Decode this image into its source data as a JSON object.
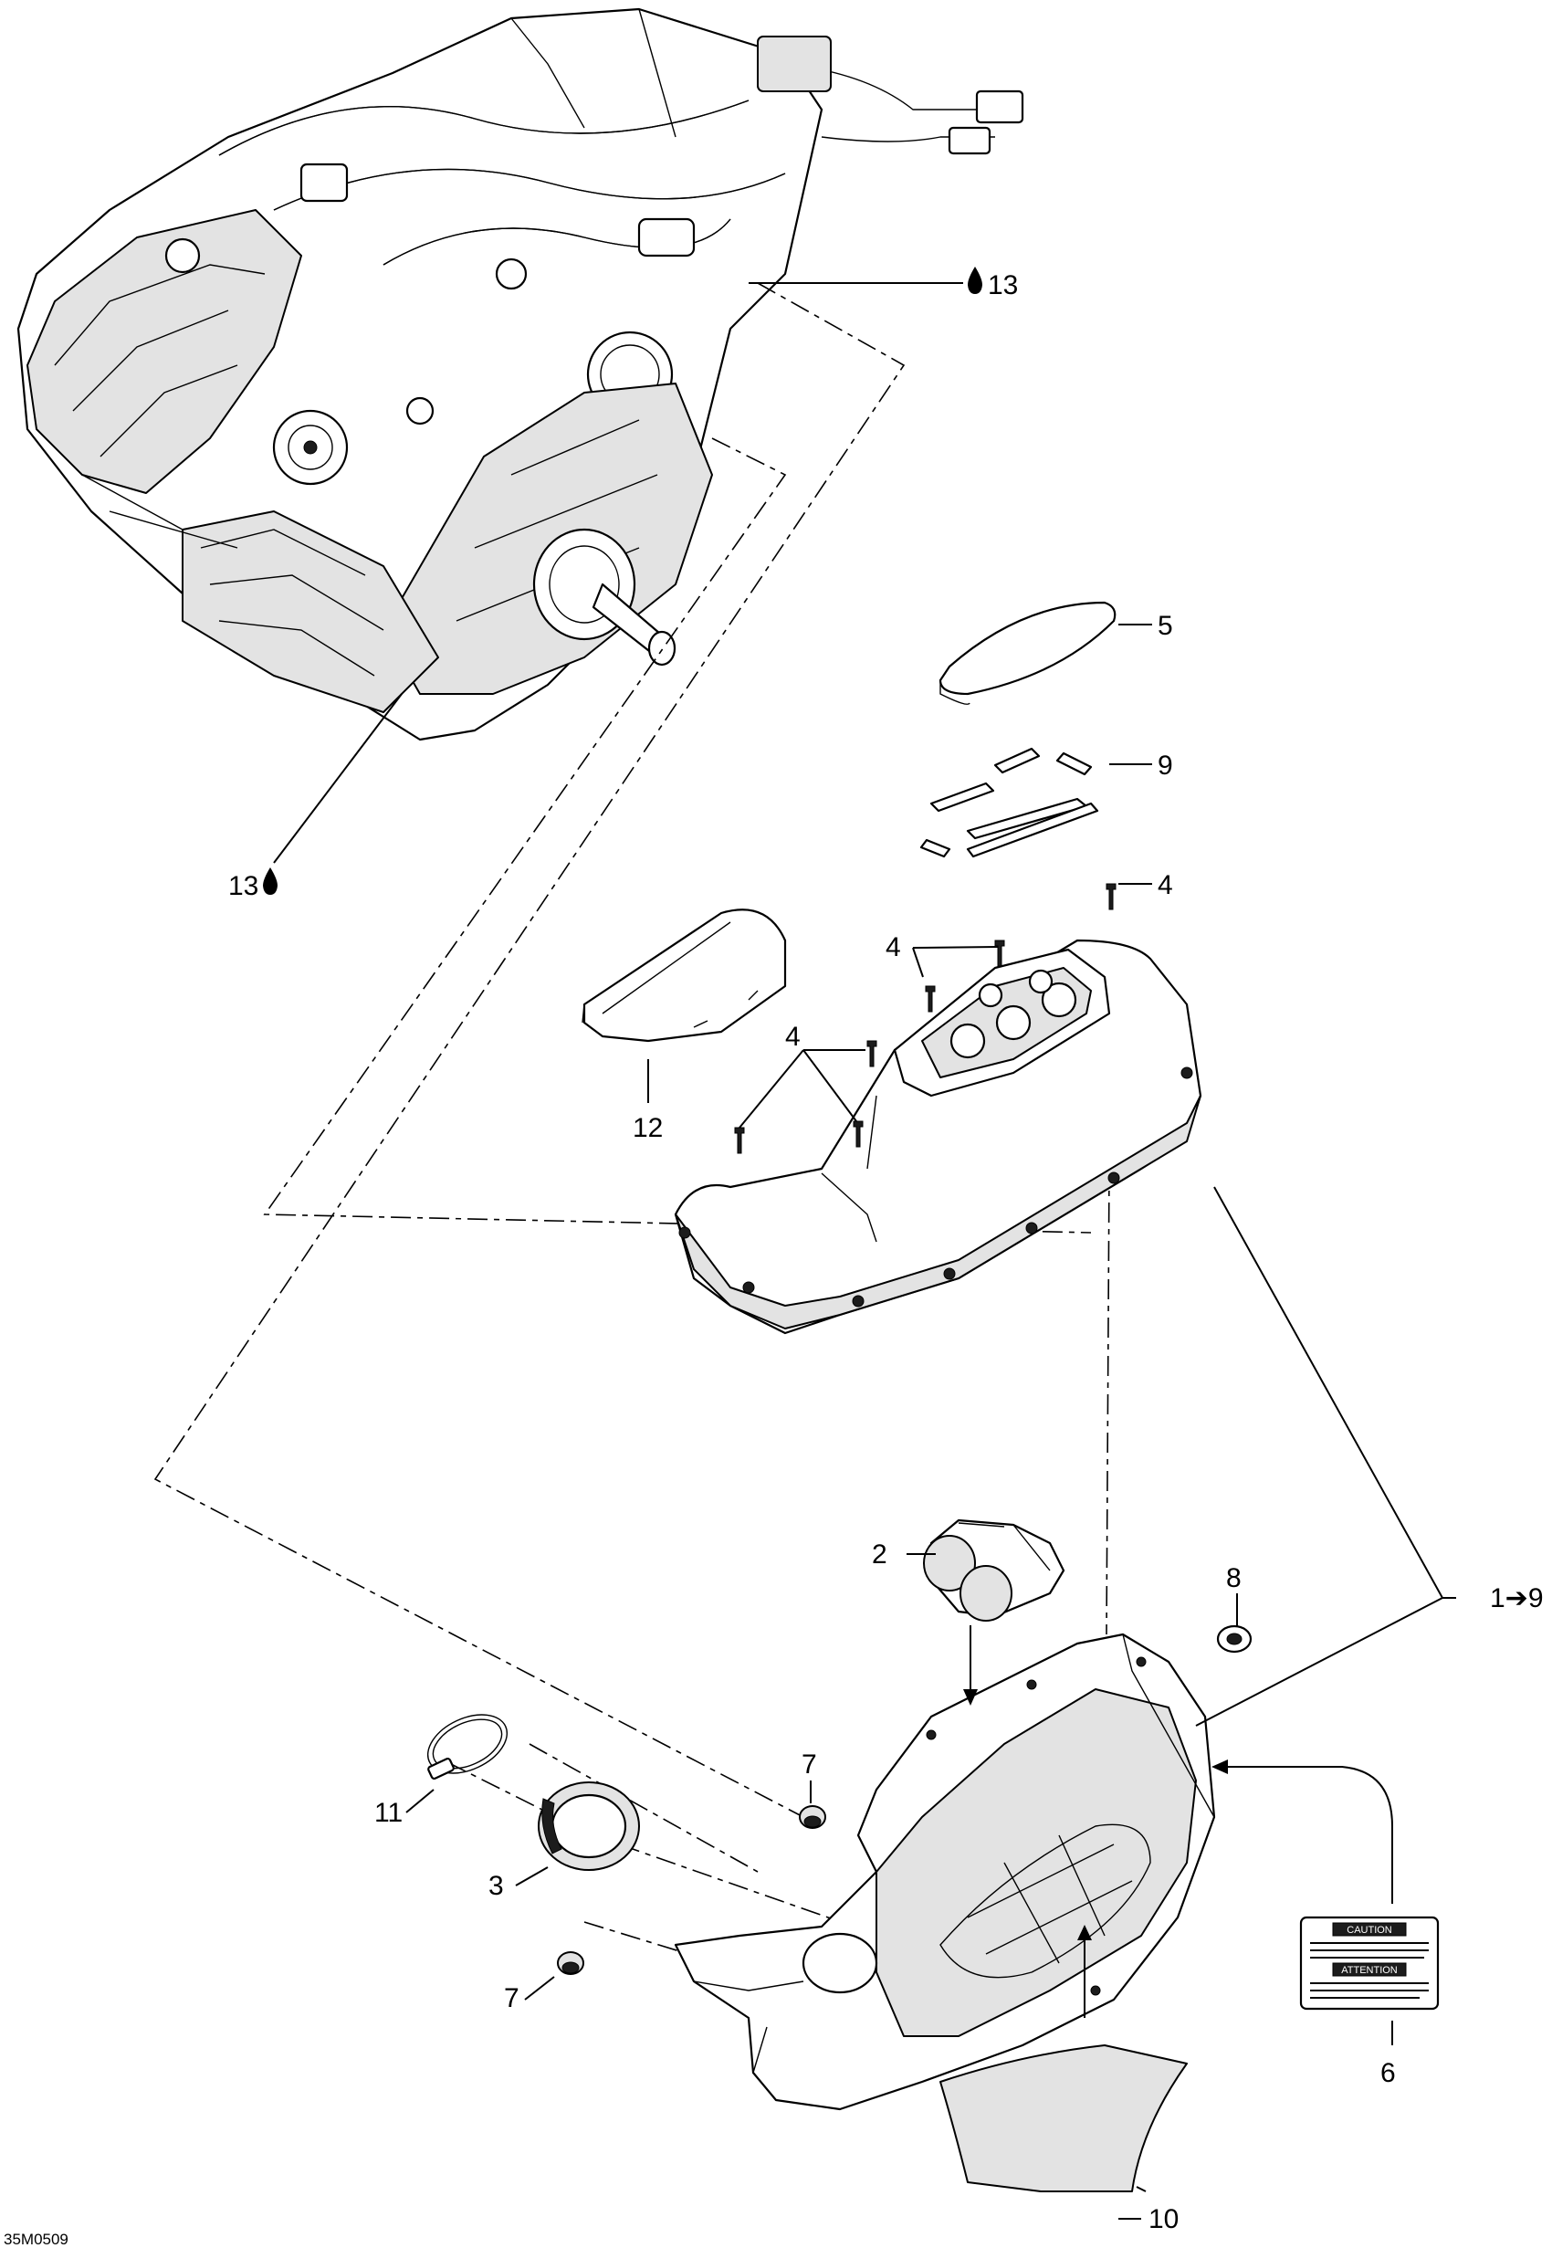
{
  "diagram": {
    "drawing_ref": "35M0509",
    "callouts": {
      "c1": "1➔9",
      "c2": "2",
      "c3": "3",
      "c4a": "4",
      "c4b": "4",
      "c4c": "4",
      "c5": "5",
      "c6": "6",
      "c7a": "7",
      "c7b": "7",
      "c8": "8",
      "c9": "9",
      "c10": "10",
      "c11": "11",
      "c12": "12",
      "c13a": "13",
      "c13b": "13"
    },
    "icons": {
      "lubricant": "drop-icon",
      "arrow": "arrow-right-icon"
    },
    "caution_label": {
      "heading_en": "CAUTION",
      "heading_fr": "ATTENTION"
    }
  }
}
